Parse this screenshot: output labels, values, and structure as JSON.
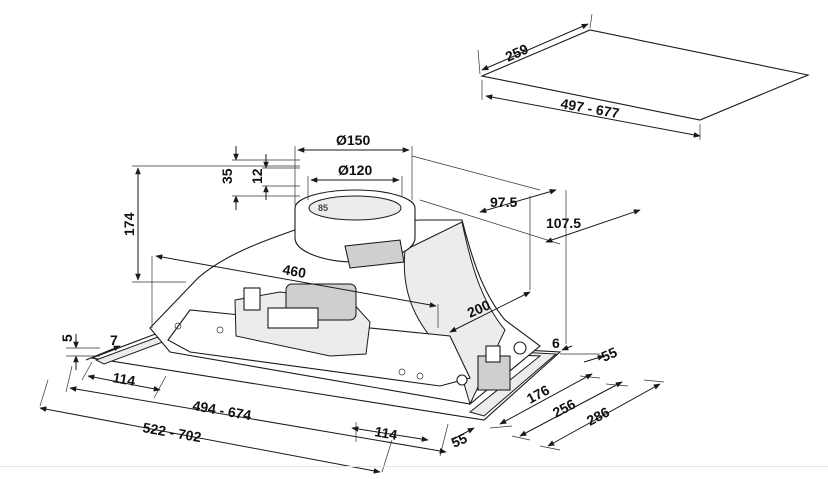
{
  "colors": {
    "line": "#1a1a1a",
    "background": "#ffffff",
    "shade": "#ececec"
  },
  "dimensions": {
    "cutout_depth": "259",
    "cutout_width": "497 - 677",
    "duct_outer": "Ø150",
    "duct_inner": "Ø120",
    "collar_height": "35",
    "collar_inner_height": "12",
    "duct_offset_depth": "97.5",
    "duct_offset_side": "107.5",
    "total_height": "174",
    "top_width": "460",
    "top_depth": "200",
    "flange_thickness": "5",
    "flange_edge": "7",
    "side_margin_left": "114",
    "side_margin_right": "114",
    "inner_width": "494 - 674",
    "outer_width": "522 - 702",
    "front_offset": "55",
    "right_offset": "55",
    "right_flange": "6",
    "depth_inner": "176",
    "depth_mid": "256",
    "depth_outer": "286"
  }
}
